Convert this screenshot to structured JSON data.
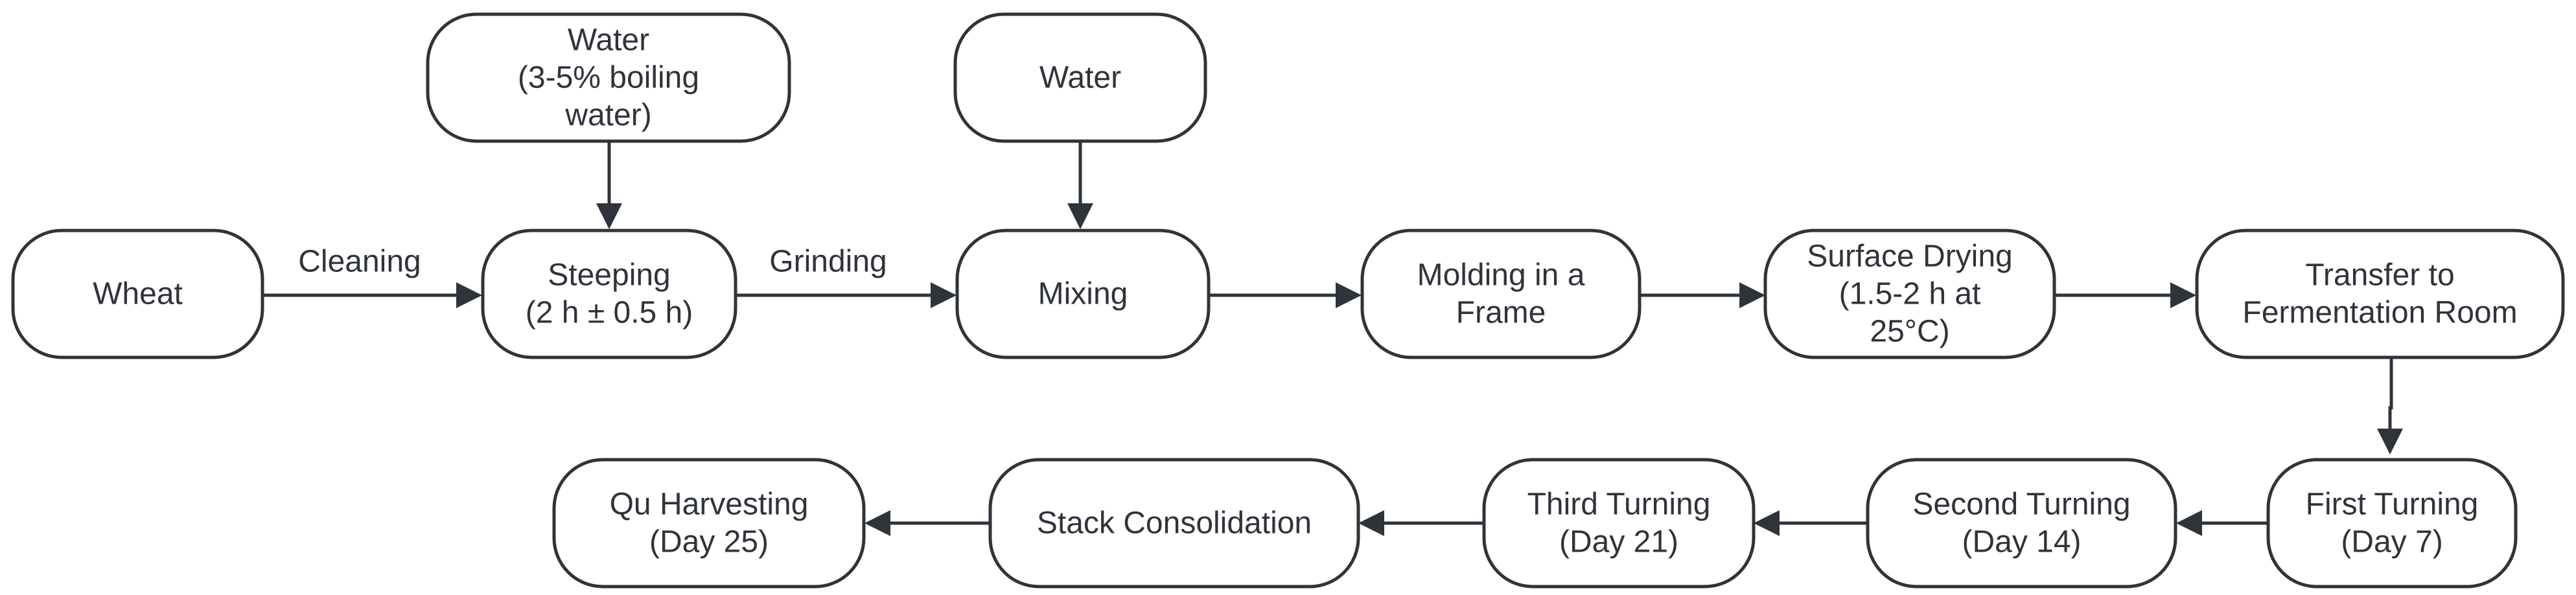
{
  "nodes": {
    "wheat": [
      "Wheat"
    ],
    "water_top": [
      "Water",
      "(3-5% boiling",
      "water)"
    ],
    "steeping": [
      "Steeping",
      "(2 h ± 0.5 h)"
    ],
    "water_mix": [
      "Water"
    ],
    "mixing": [
      "Mixing"
    ],
    "molding": [
      "Molding in a",
      "Frame"
    ],
    "surface_drying": [
      "Surface Drying",
      "(1.5-2 h at",
      "25°C)"
    ],
    "transfer": [
      "Transfer to",
      "Fermentation Room"
    ],
    "first_turning": [
      "First Turning",
      "(Day 7)"
    ],
    "second_turning": [
      "Second Turning",
      "(Day 14)"
    ],
    "third_turning": [
      "Third Turning",
      "(Day 21)"
    ],
    "stack": [
      "Stack Consolidation"
    ],
    "harvest": [
      "Qu Harvesting",
      "(Day 25)"
    ]
  },
  "edge_labels": {
    "cleaning": "Cleaning",
    "grinding": "Grinding"
  },
  "colors": {
    "stroke": "#2f343b",
    "fill": "#ffffff"
  }
}
